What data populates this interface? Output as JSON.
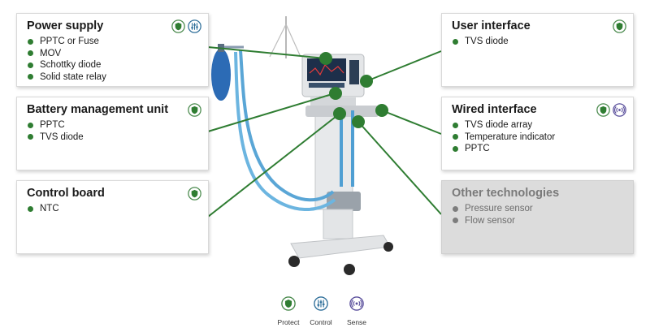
{
  "cards": {
    "power_supply": {
      "title": "Power supply",
      "items": [
        "PPTC or Fuse",
        "MOV",
        "Schottky diode",
        "Solid state relay"
      ],
      "badges": [
        "protect",
        "control"
      ]
    },
    "battery": {
      "title": "Battery management unit",
      "items": [
        "PPTC",
        "TVS diode"
      ],
      "badges": [
        "protect"
      ]
    },
    "control_board": {
      "title": "Control board",
      "items": [
        "NTC"
      ],
      "badges": [
        "protect"
      ]
    },
    "user_interface": {
      "title": "User interface",
      "items": [
        "TVS diode"
      ],
      "badges": [
        "protect"
      ]
    },
    "wired_interface": {
      "title": "Wired interface",
      "items": [
        "TVS diode array",
        "Temperature indicator",
        "PPTC"
      ],
      "badges": [
        "protect",
        "sense"
      ]
    },
    "other": {
      "title": "Other technologies",
      "items": [
        "Pressure sensor",
        "Flow sensor"
      ]
    }
  },
  "legend": {
    "protect": "Protect",
    "control": "Control",
    "sense": "Sense"
  },
  "colors": {
    "accent_green": "#2f7d32",
    "muted_gray": "#7d7d7d",
    "sense_purple": "#5a4f9c",
    "control_blue": "#2f6f9a"
  },
  "icons": {
    "protect": "shield-icon",
    "control": "sliders-icon",
    "sense": "signal-waves-icon",
    "device": "ventilator-illustration"
  }
}
